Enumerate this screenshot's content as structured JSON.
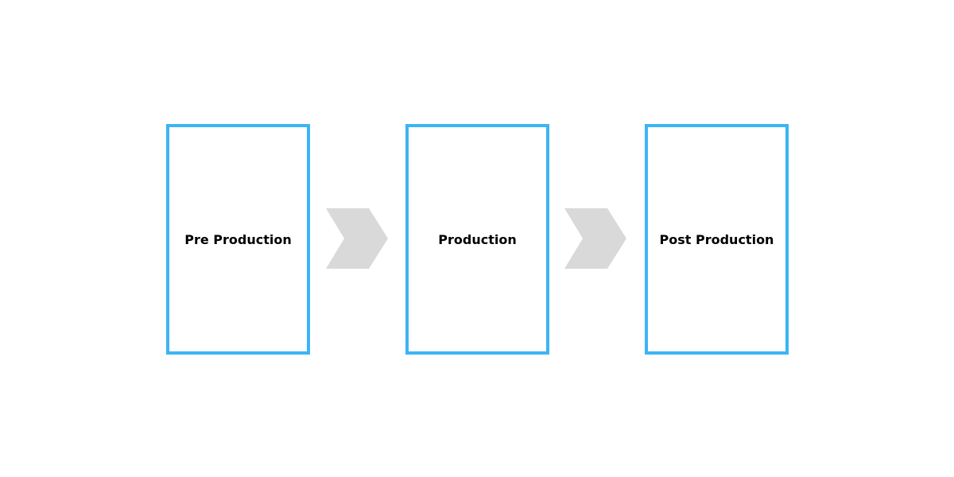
{
  "diagram": {
    "steps": [
      {
        "label": "Pre Production"
      },
      {
        "label": "Production"
      },
      {
        "label": "Post Production"
      }
    ],
    "colors": {
      "box_border": "#3cb4f5",
      "arrow_fill": "#d9d9d9",
      "label_text": "#000000",
      "background": "#ffffff"
    },
    "arrow_icon": "chevron-right-icon"
  }
}
